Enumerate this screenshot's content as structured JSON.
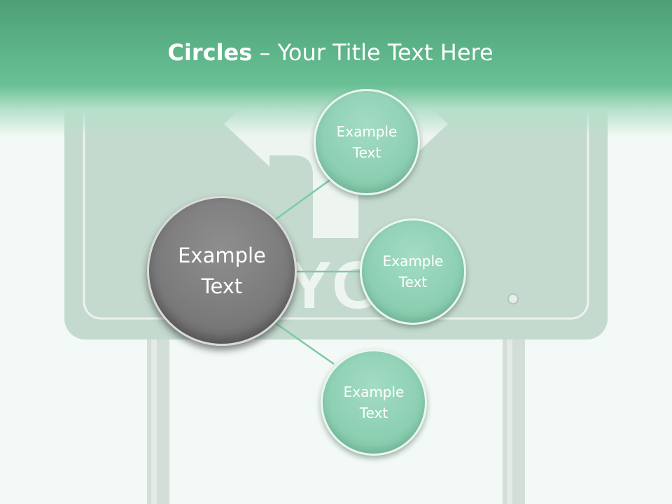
{
  "slide": {
    "title_bold": "Circles",
    "title_rest": " – Your Title Text Here"
  },
  "diagram": {
    "center": {
      "text": "Example\nText"
    },
    "nodes": [
      {
        "text": "Example\nText"
      },
      {
        "text": "Example\nText"
      },
      {
        "text": "Example\nText"
      }
    ]
  },
  "background": {
    "sign_text": "YO"
  },
  "colors": {
    "header_green": "#5cb387",
    "node_fill": "#8ccfb2",
    "center_fill": "#7a7a7a",
    "connector": "#7ccaa6",
    "sign_fill": "#c4dace",
    "page_background": "#f3f9f6"
  }
}
